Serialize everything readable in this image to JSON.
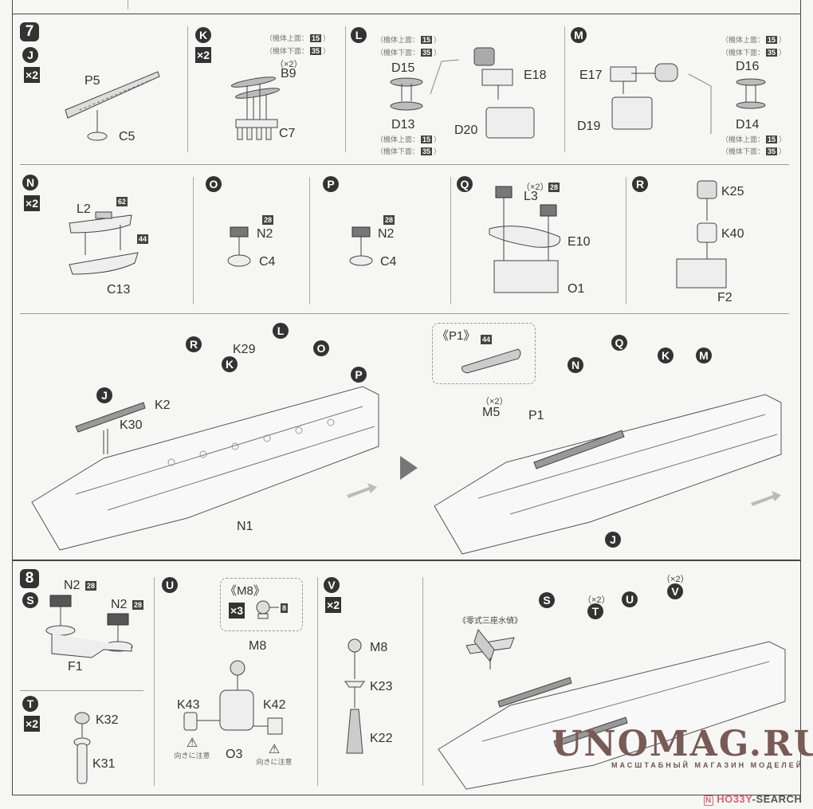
{
  "step7": {
    "number": "7",
    "J": {
      "letter": "J",
      "mult": "×2",
      "parts": [
        "P5",
        "C5"
      ]
    },
    "K": {
      "letter": "K",
      "mult": "×2",
      "note_top": "（機体上面：",
      "note_top_color": "15",
      "note_bottom": "（機体下面：",
      "note_bottom_color": "35",
      "close": "）",
      "qty": "（×2）",
      "parts": [
        "B9",
        "C7"
      ]
    },
    "L": {
      "letter": "L",
      "note_top": "（機体上面：",
      "note_top_color": "15",
      "note_bottom": "（機体下面：",
      "note_bottom_color": "35",
      "close": "）",
      "parts": [
        "D15",
        "D13",
        "E18",
        "D20"
      ]
    },
    "M": {
      "letter": "M",
      "note_top": "（機体上面：",
      "note_top_color": "15",
      "note_bottom": "（機体下面：",
      "note_bottom_color": "35",
      "close": "）",
      "parts": [
        "E17",
        "D19",
        "D16",
        "D14"
      ]
    },
    "N": {
      "letter": "N",
      "mult": "×2",
      "parts": [
        "L2",
        "C13"
      ],
      "colors": [
        "62",
        "44"
      ]
    },
    "O": {
      "letter": "O",
      "parts": [
        "N2",
        "C4"
      ],
      "color": "28"
    },
    "P": {
      "letter": "P",
      "parts": [
        "N2",
        "C4"
      ],
      "color": "28"
    },
    "Q": {
      "letter": "Q",
      "qty": "（×2）",
      "color": "28",
      "parts": [
        "L3",
        "E10",
        "O1"
      ]
    },
    "R": {
      "letter": "R",
      "parts": [
        "K25",
        "K40",
        "F2"
      ]
    },
    "assembly_left": {
      "callouts": [
        "R",
        "K",
        "L",
        "O",
        "P",
        "J"
      ],
      "parts": [
        "K29",
        "K2",
        "K30",
        "N1"
      ]
    },
    "assembly_right": {
      "inset_label": "《P1》",
      "inset_color": "44",
      "callouts": [
        "N",
        "Q",
        "K",
        "M",
        "J"
      ],
      "qty": "（×2）",
      "parts": [
        "M5",
        "P1"
      ]
    }
  },
  "step8": {
    "number": "8",
    "S": {
      "letter": "S",
      "parts": [
        "N2",
        "N2",
        "F1"
      ],
      "color": "28"
    },
    "T": {
      "letter": "T",
      "mult": "×2",
      "parts": [
        "K32",
        "K31"
      ]
    },
    "U": {
      "letter": "U",
      "inset_label": "《M8》",
      "inset_mult": "×3",
      "inset_color": "8",
      "parts": [
        "M8",
        "K43",
        "K42",
        "O3"
      ],
      "warning": "向きに注意"
    },
    "V": {
      "letter": "V",
      "mult": "×2",
      "parts": [
        "M8",
        "K23",
        "K22"
      ]
    },
    "assembly": {
      "aircraft_label": "《零式三座水偵》",
      "callouts": [
        "S",
        "T",
        "U",
        "V"
      ],
      "qty": "（×2）"
    }
  },
  "watermark": {
    "title": "UNOMAG.RU",
    "subtitle": "МАСШТАБНЫЙ МАГАЗИН МОДЕЛЕЙ"
  },
  "credit": {
    "hobby": "HO33Y",
    "search": "-SEARCH"
  },
  "colors": {
    "ink": "#333333",
    "watermark": "#7a5a55",
    "credit_red": "#e06070"
  }
}
